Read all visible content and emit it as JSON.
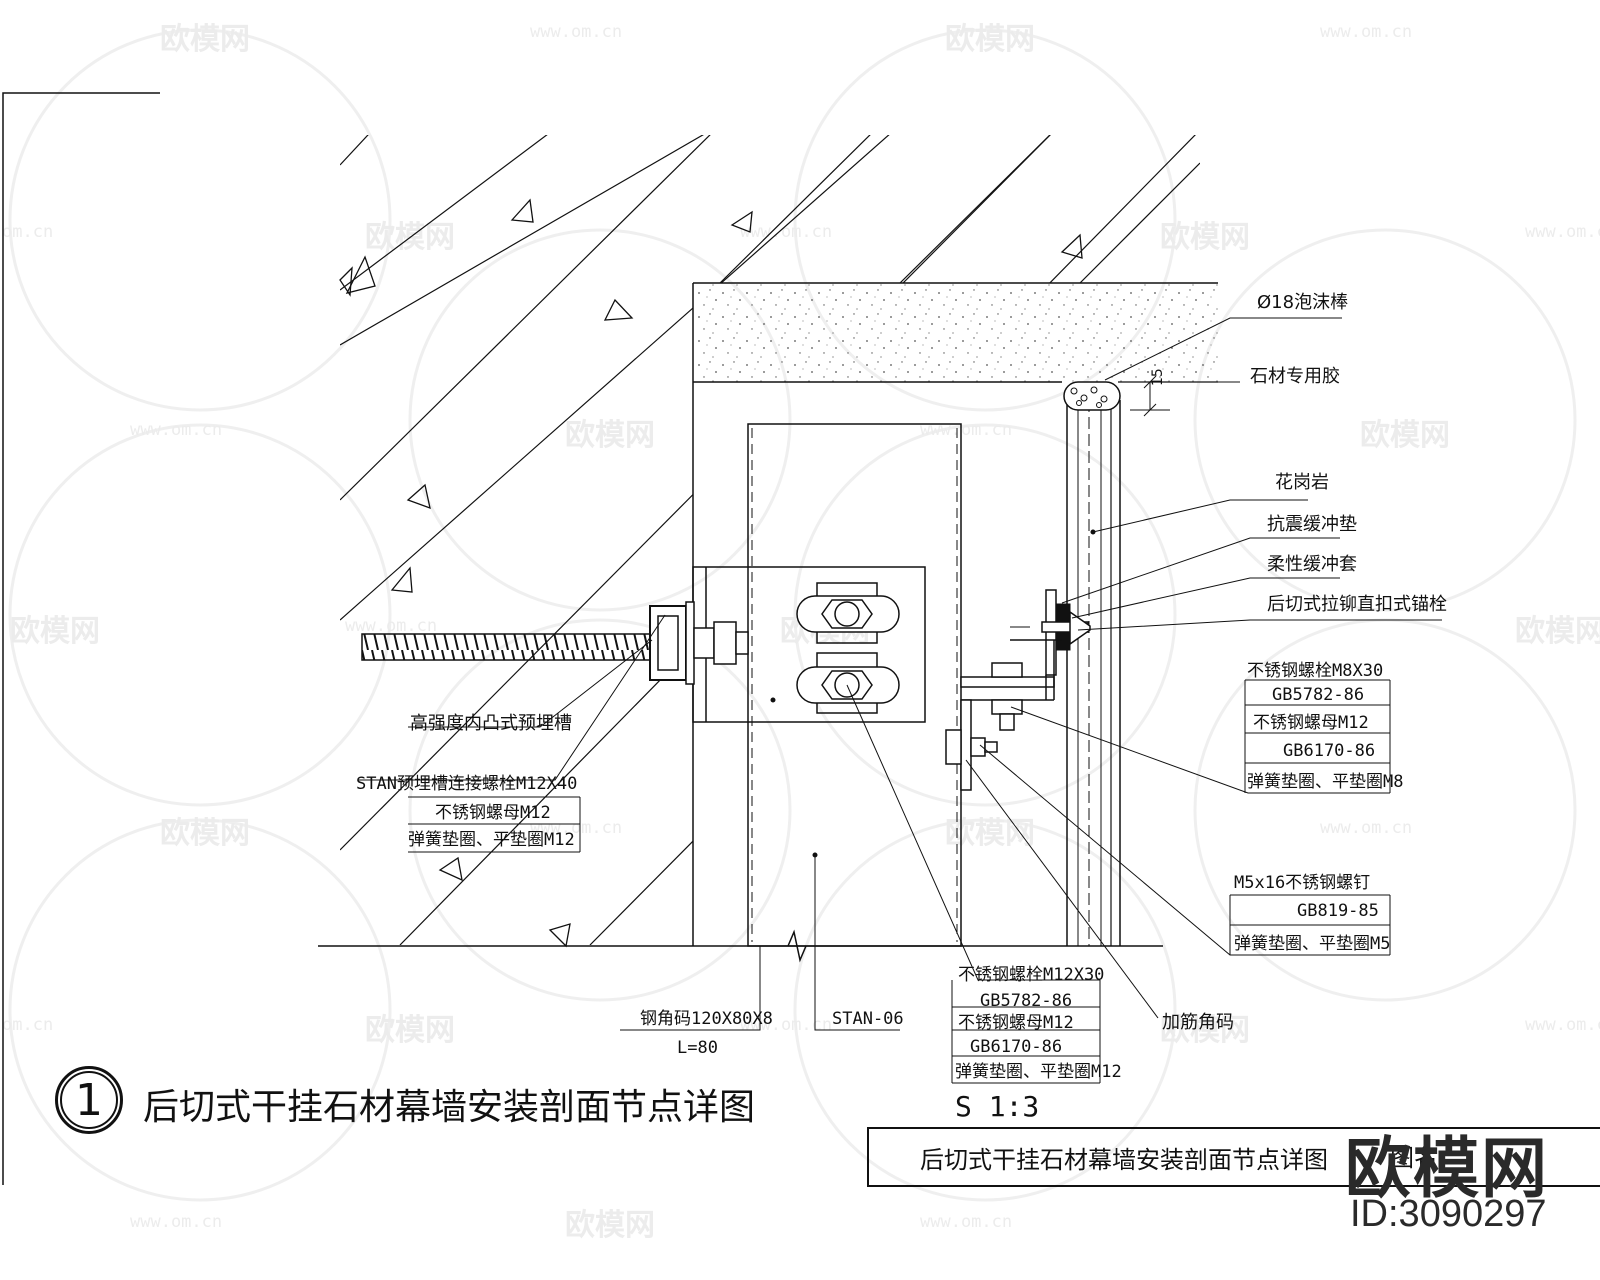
{
  "watermark": {
    "logo_text": "欧模网",
    "url_text": "www.om.cn",
    "url_short": "om.cn"
  },
  "labels": {
    "foam_rod": "Ø18泡沫棒",
    "stone_sealant": "石材专用胶",
    "dim_15": "15",
    "granite": "花岗岩",
    "seismic_pad": "抗震缓冲垫",
    "flexible_sleeve": "柔性缓冲套",
    "undercut_anchor": "后切式拉铆直扣式锚栓",
    "bolt_m8": "不锈钢螺栓M8X30",
    "bolt_m8_std": "GB5782-86",
    "nut_m12_right": "不锈钢螺母M12",
    "nut_m12_right_std": "GB6170-86",
    "washer_m8": "弹簧垫圈、平垫圈M8",
    "embedded_channel": "高强度内凸式预埋槽",
    "stan_bolt": "STAN预埋槽连接螺栓M12X40",
    "nut_m12_left": "不锈钢螺母M12",
    "washer_m12_left": "弹簧垫圈、平垫圈M12",
    "screw_m5": "M5x16不锈钢螺钉",
    "screw_m5_std": "GB819-85",
    "washer_m5": "弹簧垫圈、平垫圈M5",
    "bolt_m12": "不锈钢螺栓M12X30",
    "bolt_m12_std": "GB5782-86",
    "nut_m12_bottom": "不锈钢螺母M12",
    "nut_m12_bottom_std": "GB6170-86",
    "washer_m12_bottom": "弹簧垫圈、平垫圈M12",
    "reinforced_angle": "加筋角码",
    "steel_angle": "钢角码120X80X8",
    "steel_angle_len": "L=80",
    "stan_06": "STAN-06"
  },
  "title": {
    "number": "1",
    "text": "后切式干挂石材幕墙安装剖面节点详图",
    "scale": "S 1:3"
  },
  "title_block": {
    "name": "后切式干挂石材幕墙安装剖面节点详图",
    "sheet_label": "图名"
  },
  "brand": {
    "logo": "欧模网",
    "id": "ID:3090297"
  }
}
